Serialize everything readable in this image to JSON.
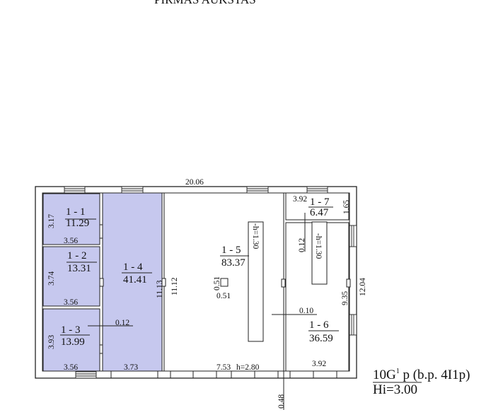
{
  "title": "PIRMAS AUKŠTAS",
  "colors": {
    "room_fill": "#c6c8ee",
    "wall": "#222222"
  },
  "overall": {
    "width": "20.06",
    "height_right": "12.04",
    "wall_bottom": "0.48"
  },
  "rooms": [
    {
      "id": "1 - 1",
      "area": "11.29",
      "width": "3.56",
      "length": "3.17",
      "shaded": true
    },
    {
      "id": "1 - 2",
      "area": "13.31",
      "width": "3.56",
      "length": "3.74",
      "shaded": true
    },
    {
      "id": "1 - 3",
      "area": "13.99",
      "width": "3.56",
      "length": "3.93",
      "shaded": true
    },
    {
      "id": "1 - 4",
      "area": "41.41",
      "width": "3.73",
      "length": "11.13",
      "shaded": true
    },
    {
      "id": "1 - 5",
      "area": "83.37",
      "width": "7.53",
      "length": "11.12",
      "height": "h=2.80",
      "shaded": false
    },
    {
      "id": "1 - 6",
      "area": "36.59",
      "width": "3.92",
      "length": "9.35",
      "shaded": false
    },
    {
      "id": "1 - 7",
      "area": "6.47",
      "width": "3.92",
      "length": "1.65",
      "shaded": false
    }
  ],
  "annotations": {
    "wall_1_3": "0.12",
    "wall_1_6": "0.10",
    "wall_1_7": "0.12",
    "pillar_w": "0.51",
    "pillar_h": "0.51",
    "pit_1_5": "-h=1.30",
    "pit_1_6": "-h=1.30"
  },
  "legend": {
    "line1_a": "10G",
    "line1_sup": "1",
    "line1_b": " p",
    "line1_c": " (b.p. 4I1p)",
    "line2": "Hi=3.00"
  }
}
